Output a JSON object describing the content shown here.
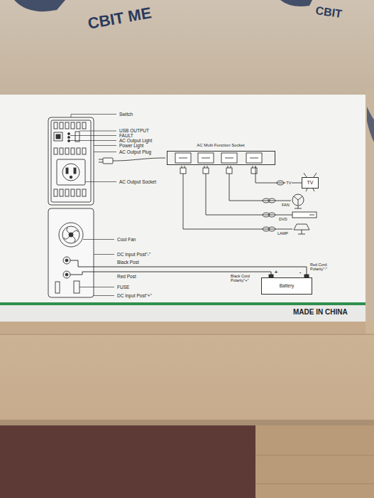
{
  "diagram": {
    "nodes": [
      {
        "text": [
          "AC Multi Function Socket"
        ]
      },
      {
        "text": [
          "TV"
        ]
      },
      {
        "text": [
          "Battery"
        ]
      }
    ],
    "edges": [
      {
        "from": 0,
        "to": 1,
        "arrow": "none",
        "label": "TV"
      }
    ],
    "labels": [
      "CBIT ME",
      "CBIT",
      "Switch",
      "USB OUTPUT",
      "FAULT",
      "AC Output Light",
      "Power Light",
      "AC Output Plug",
      "AC Output Socket",
      "FAN",
      "DVD",
      "LAMP",
      "Cool Fan",
      "DC Input Post\"-\"",
      "Black Post",
      "Red Post",
      "FUSE",
      "DC Input Post\"+\"",
      "Black Cord Polarity\"+\"",
      "Red Cord Polarity\"-\"",
      "+",
      "-",
      "MADE IN CHINA"
    ]
  }
}
